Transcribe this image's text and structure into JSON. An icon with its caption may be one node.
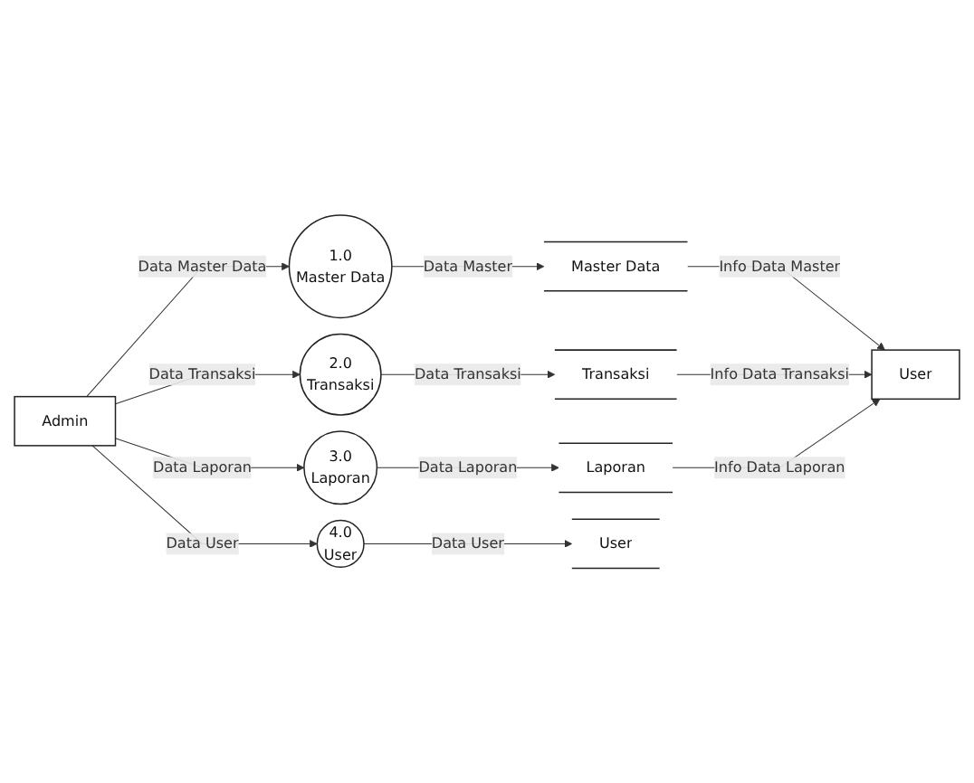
{
  "diagram": {
    "nodes": [
      {
        "text": [
          "Admin"
        ]
      },
      {
        "text": [
          "1.0",
          "Master Data"
        ]
      },
      {
        "text": [
          "2.0",
          "Transaksi"
        ]
      },
      {
        "text": [
          "3.0",
          "Laporan"
        ]
      },
      {
        "text": [
          "4.0",
          "User"
        ]
      },
      {
        "text": [
          "Master Data"
        ]
      },
      {
        "text": [
          "Transaksi"
        ]
      },
      {
        "text": [
          "Laporan"
        ]
      },
      {
        "text": [
          "User"
        ]
      },
      {
        "text": [
          "User"
        ]
      }
    ],
    "edges": [
      {
        "from": 0,
        "to": 1,
        "arrow": "to",
        "label": "Data Master Data"
      },
      {
        "from": 0,
        "to": 2,
        "arrow": "to",
        "label": "Data Transaksi"
      },
      {
        "from": 0,
        "to": 3,
        "arrow": "to",
        "label": "Data Laporan"
      },
      {
        "from": 0,
        "to": 4,
        "arrow": "to",
        "label": "Data User"
      },
      {
        "from": 1,
        "to": 5,
        "arrow": "to",
        "label": "Data Master"
      },
      {
        "from": 2,
        "to": 6,
        "arrow": "to",
        "label": "Data Transaksi"
      },
      {
        "from": 3,
        "to": 7,
        "arrow": "to",
        "label": "Data Laporan"
      },
      {
        "from": 4,
        "to": 8,
        "arrow": "to",
        "label": "Data User"
      },
      {
        "from": 5,
        "to": 9,
        "arrow": "to",
        "label": "Info Data Master"
      },
      {
        "from": 6,
        "to": 9,
        "arrow": "to",
        "label": "Info Data Transaksi"
      },
      {
        "from": 7,
        "to": 9,
        "arrow": "to",
        "label": "Info Data Laporan"
      }
    ]
  }
}
